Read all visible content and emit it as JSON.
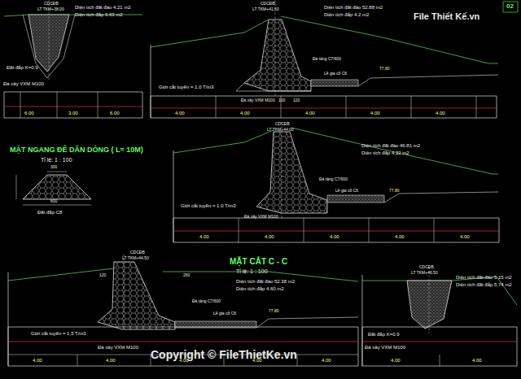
{
  "diagram": {
    "labels": [
      "02",
      "File Thiết Kế.vn",
      "CDCĐB",
      "LT TKM+38.00",
      "Diện tích đất đào 4.21 m2",
      "Diện tích đắp 6.63 m2",
      "Đất đắp K=0.9",
      "Đá xây VXM M100",
      "6.00",
      "3.00",
      "6.00",
      "CDCĐB",
      "LT TKM+41.50",
      "Diện tích đất đào 52.88 m2",
      "Diện tích đắp 4.2 m2",
      "Đá tảng C7/600",
      "Lề gia cố C6",
      "77.80",
      "Giới cắt tuyến = 1.0 T/m3",
      "Đá xây VXM M100",
      "100",
      "120",
      "4.00",
      "4.00",
      "4.00",
      "4.00",
      "4.00",
      "MẶT NGANG ĐÊ DẪN DÒNG ( L= 10M)",
      "Tỉ lệ: 1 : 100",
      "300",
      "Đất đắp C8",
      "600",
      "CDCĐB",
      "LT TKM+44.00",
      "Diện tích đất đào 46.81 m2",
      "Diện tích đắp 4.22 m2",
      "Đá tảng C7/600",
      "Lề gia cố C6",
      "77.80",
      "Giới cắt tuyến = 1.0 T/m3",
      "Đá xây VXM M100",
      "4.00",
      "4.00",
      "4.00",
      "4.00",
      "4.00",
      "CDCĐB",
      "LT TKM+44.50",
      "MẶT CẮT C - C",
      "Tỉ lệ: 1 : 100",
      "Diện tích đất đào 52.38 m2",
      "Diện tích đắp 4.60 m2",
      "120",
      "260",
      "Đá tảng C7/600",
      "Lề gia cố C6",
      "77.80",
      "Giới cắt tuyến = 1,5 T/m3",
      "Đá xây VXM M100",
      "4.00",
      "4.00",
      "4.00",
      "4.00",
      "4.00",
      "CDCĐB",
      "LT TKM+46.50",
      "Diện tích đất đào 5.15 m2",
      "Diện tích đất đắp 5.74 m2",
      "Đất đắp K=0.9",
      "Đá xây VXM M100",
      "Copyright © FileThietKe.vn",
      "4.00",
      "4.00"
    ]
  }
}
